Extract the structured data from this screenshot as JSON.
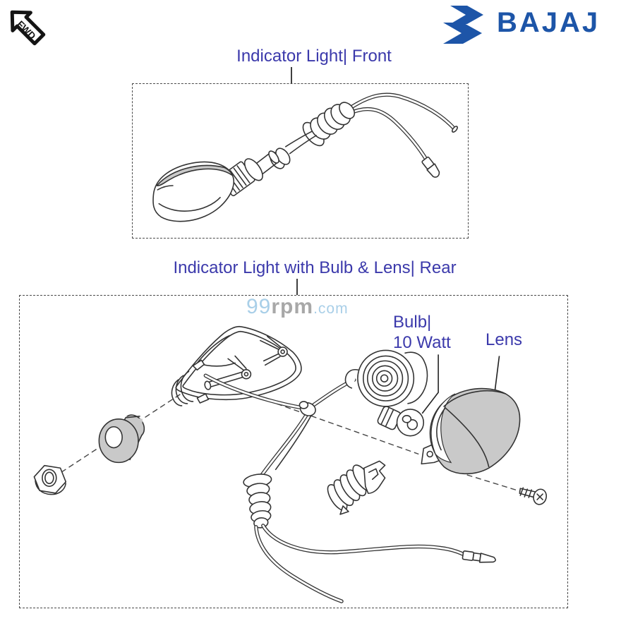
{
  "badge": {
    "label": "FWD"
  },
  "brand": {
    "wordmark": "BAJAJ",
    "blue": "#1d55a8"
  },
  "front_section": {
    "title": "Indicator Light| Front"
  },
  "rear_section": {
    "title": "Indicator Light with Bulb & Lens| Rear"
  },
  "watermark": {
    "part1": "99",
    "part2": "rpm",
    "part3": ".com"
  },
  "callouts": {
    "bulb_line1": "Bulb|",
    "bulb_line2": "10 Watt",
    "lens": "Lens"
  },
  "colors": {
    "title_text": "#3b39ab",
    "brand_blue": "#1d55a8",
    "line_art": "#333333",
    "part_shading": "#c9c9c9",
    "watermark_blue": "#a9cfe8",
    "watermark_gray": "#a8a8a8"
  }
}
